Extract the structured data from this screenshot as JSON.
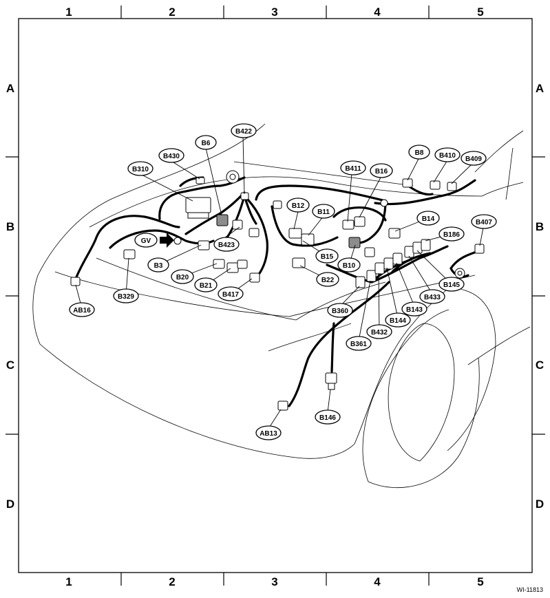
{
  "grid": {
    "columns": [
      "1",
      "2",
      "3",
      "4",
      "5"
    ],
    "rows": [
      "A",
      "B",
      "C",
      "D"
    ]
  },
  "labels": {
    "B422": "B422",
    "B6": "B6",
    "B430": "B430",
    "B310": "B310",
    "GV": "GV",
    "B3": "B3",
    "B423": "B423",
    "B20": "B20",
    "B21": "B21",
    "B417": "B417",
    "B329": "B329",
    "AB16": "AB16",
    "B12": "B12",
    "B11": "B11",
    "B15": "B15",
    "B22": "B22",
    "B411": "B411",
    "B16": "B16",
    "B10": "B10",
    "B8": "B8",
    "B410": "B410",
    "B409": "B409",
    "B14": "B14",
    "B186": "B186",
    "B407": "B407",
    "B145": "B145",
    "B433": "B433",
    "B143": "B143",
    "B144": "B144",
    "B432": "B432",
    "B361": "B361",
    "B360": "B360",
    "B146": "B146",
    "AB13": "AB13"
  },
  "figure_id": "WI-11813"
}
